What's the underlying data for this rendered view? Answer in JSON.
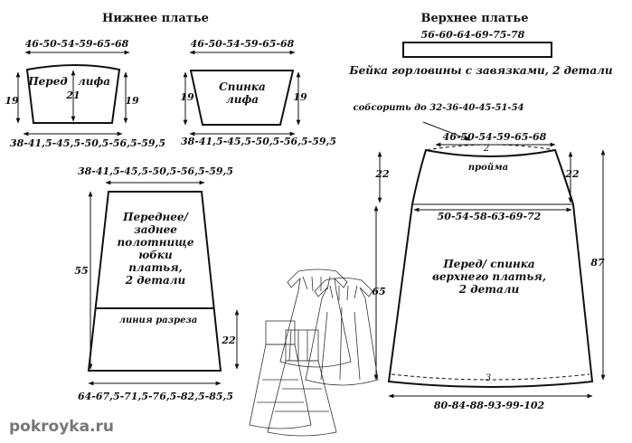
{
  "titles": {
    "under_dress": "Нижнее платье",
    "over_dress": "Верхнее платье"
  },
  "front_bodice": {
    "label_front": "Перед",
    "label_bodice": "лифа",
    "top": "46-50-54-59-65-68",
    "bottom": "38-41,5-45,5-50,5-56,5-59,5",
    "side_left": "19",
    "side_right": "19",
    "center": "21"
  },
  "back_bodice": {
    "label_line1": "Спинка",
    "label_line2": "лифа",
    "top": "46-50-54-59-65-68",
    "bottom": "38-41,5-45,5-50,5-56,5-59,5",
    "side_left": "19",
    "side_right": "19"
  },
  "under_skirt": {
    "top": "38-41,5-45,5-50,5-56,5-59,5",
    "label_lines": [
      "Переднее/",
      "заднее",
      "полотнище",
      "юбки",
      "платья,",
      "2 детали"
    ],
    "cut_line": "линия разреза",
    "height": "55",
    "lower_height": "22",
    "bottom": "64-67,5-71,5-76,5-82,5-85,5"
  },
  "neck_binding": {
    "length": "56-60-64-69-75-78",
    "label": "Бейка горловины с завязками, 2 детали"
  },
  "over_panel": {
    "gather": "собсорить до 32-36-40-45-51-54",
    "top": "46-50-54-59-65-68",
    "top_allowance": "2",
    "armhole": "пройма",
    "armhole_left": "22",
    "armhole_right": "22",
    "mid_width": "50-54-58-63-69-72",
    "label_lines": [
      "Перед/ спинка",
      "верхнего платья,",
      "2 детали"
    ],
    "lower_height": "65",
    "total_height": "87",
    "hem_allowance": "3",
    "bottom": "80-84-88-93-99-102"
  },
  "watermark": "pokroyka.ru"
}
